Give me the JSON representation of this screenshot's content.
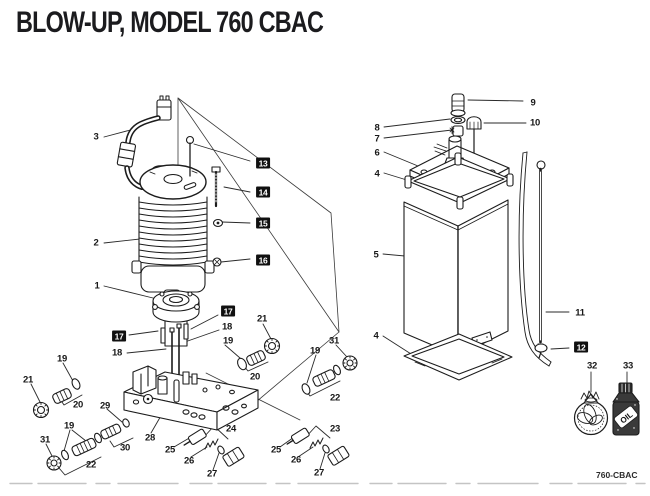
{
  "title": "BLOW-UP, MODEL 760 CBAC",
  "footer_code": "760-CBAC",
  "oil_bottle_label": "OIL",
  "colors": {
    "ink": "#1c1c1c",
    "paper": "#ffffff",
    "callout_box_bg": "#101010",
    "callout_box_fg": "#fefefe"
  },
  "callouts": {
    "1": "1",
    "2": "2",
    "3": "3",
    "4": "4",
    "5": "5",
    "6": "6",
    "7": "7",
    "8": "8",
    "9": "9",
    "10": "10",
    "11": "11",
    "12": "12",
    "13": "13",
    "14": "14",
    "15": "15",
    "16": "16",
    "17": "17",
    "18": "18",
    "19": "19",
    "20": "20",
    "21": "21",
    "22": "22",
    "23": "23",
    "24": "24",
    "25": "25",
    "26": "26",
    "27": "27",
    "28": "28",
    "29": "29",
    "30": "30",
    "31": "31",
    "32": "32",
    "33": "33"
  }
}
